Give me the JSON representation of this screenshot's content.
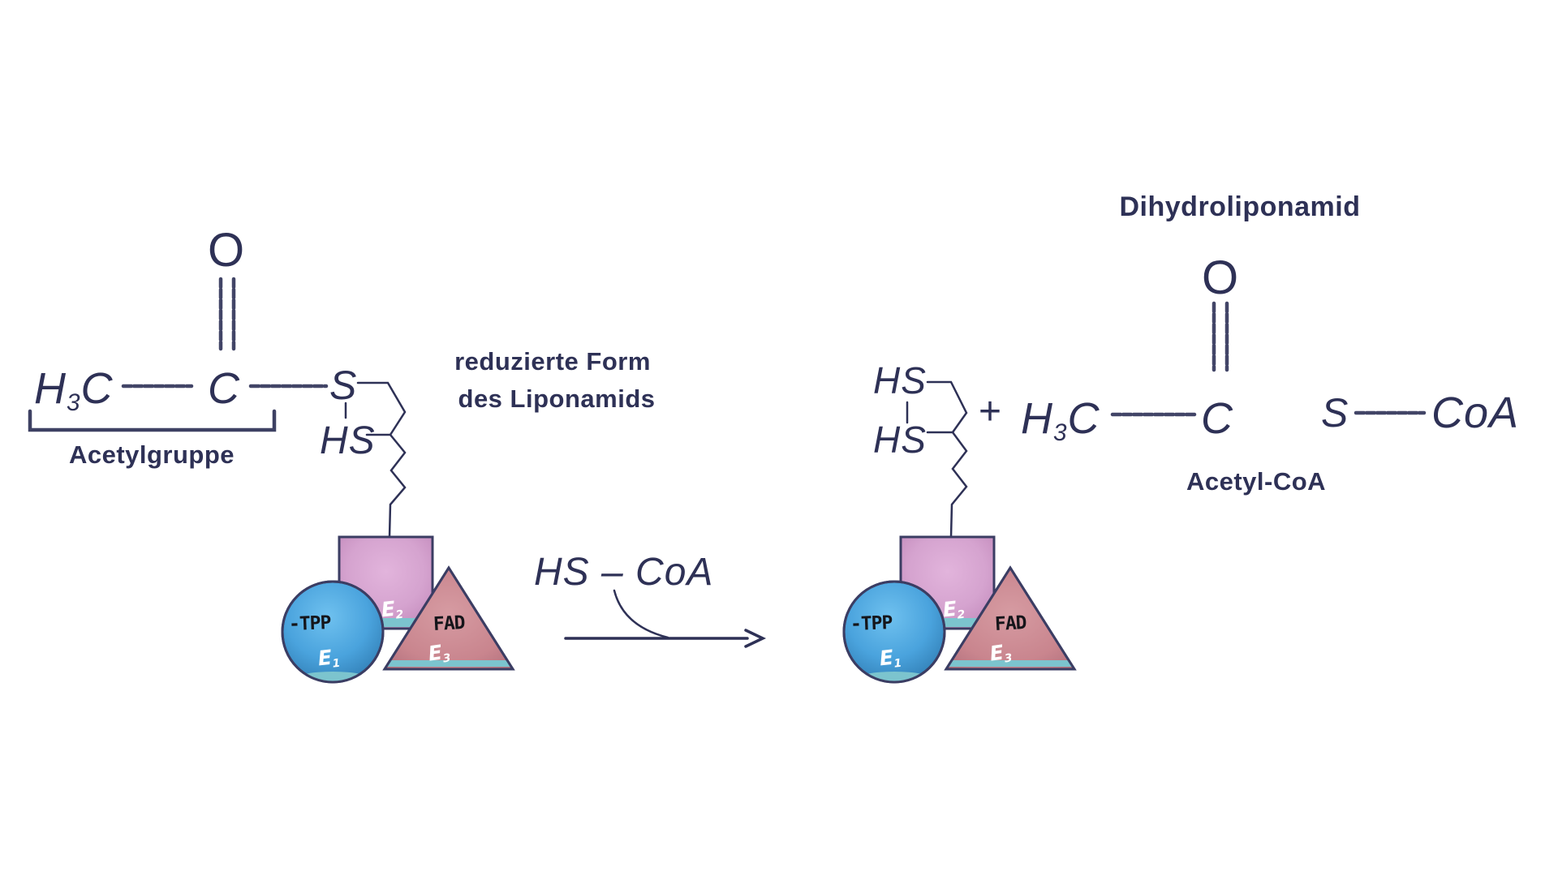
{
  "colors": {
    "navy": "#2e3156",
    "outline": "#3b3d63",
    "teal": "#7cc4ce",
    "square_pink": "#d5a3cf",
    "circle_blue": "#4aa3dd",
    "triangle_rose": "#c9858e",
    "white": "#ffffff",
    "black": "#15151a"
  },
  "left": {
    "molecule": {
      "h": "H",
      "h_sub": "3",
      "c_methyl": "C",
      "o": "O",
      "c_carbonyl": "C",
      "s": "S",
      "hs": "HS"
    },
    "bracket_label": "Acetylgruppe",
    "caption_line1": "reduzierte Form",
    "caption_line2": "des Liponamids",
    "complex": {
      "tpp_label": "-TPP",
      "e1": "E",
      "e1_sub": "1",
      "e2": "E",
      "e2_sub": "2",
      "fad_label": "FAD",
      "e3": "E",
      "e3_sub": "3"
    }
  },
  "reaction": {
    "cofactor_label": "HS – CoA"
  },
  "right": {
    "title": "Dihydroliponamid",
    "molecule": {
      "hs_top": "HS",
      "hs_bottom": "HS",
      "plus": "+",
      "h": "H",
      "h_sub": "3",
      "c_methyl": "C",
      "o": "O",
      "c_carbonyl": "C",
      "s": "S",
      "coa": "CoA"
    },
    "product_label": "Acetyl-CoA",
    "complex": {
      "tpp_label": "-TPP",
      "e1": "E",
      "e1_sub": "1",
      "e2": "E",
      "e2_sub": "2",
      "fad_label": "FAD",
      "e3": "E",
      "e3_sub": "3"
    }
  }
}
